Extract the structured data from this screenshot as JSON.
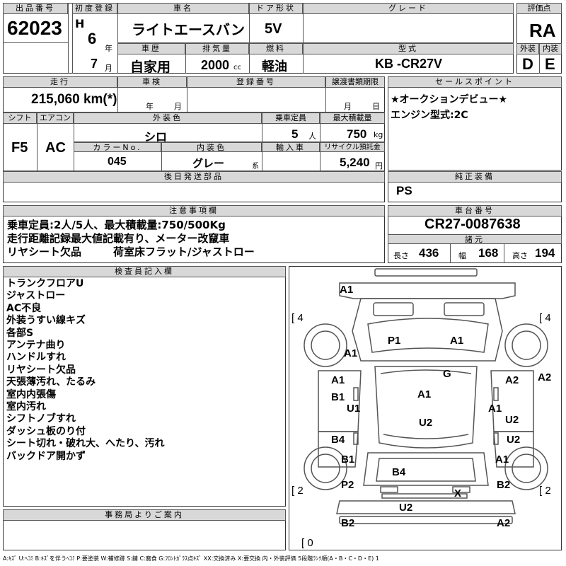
{
  "header_labels": {
    "lot_no": "出品番号",
    "first_reg": "初度登録",
    "car_name": "車名",
    "door_type": "ドア形状",
    "grade": "グレード",
    "score": "評価点",
    "history": "車歴",
    "displacement": "排気量",
    "fuel": "燃料",
    "model_type": "型式",
    "exterior": "外装",
    "interior": "内装",
    "mileage": "走行",
    "inspection": "車検",
    "reg_no": "登録番号",
    "transfer_deadline": "譲渡書類期限",
    "sales_points": "セールスポイント",
    "shift": "シフト",
    "aircon": "エアコン",
    "ext_color": "外装色",
    "capacity": "乗車定員",
    "max_load": "最大積載量",
    "color_no": "カラーNo.",
    "int_color": "内装色",
    "import": "輸入車",
    "recycle": "リサイクル預託金",
    "later_parts": "後日発送部品",
    "genuine_equip": "純正装備",
    "notes": "注意事項欄",
    "chassis_no": "車台番号",
    "dims": "諸元",
    "inspector": "検査員記入欄",
    "office_notice": "事務局よりご案内"
  },
  "lot_number": "62023",
  "era": "H",
  "reg_year": "6",
  "year_unit": "年",
  "reg_month": "7",
  "month_unit": "月",
  "car_name": "ライトエースバン",
  "door_type": "5V",
  "grade": "",
  "score": "RA",
  "history": "自家用",
  "displacement": "2000",
  "cc_unit": "cc",
  "fuel": "軽油",
  "model_type": "KB -CR27V",
  "exterior_score": "D",
  "interior_score": "E",
  "mileage": "215,060 km(*)",
  "inspection_year_unit": "年",
  "inspection_month_unit": "月",
  "transfer_month_unit": "月",
  "transfer_day_unit": "日",
  "sales_points": [
    "★オークションデビュー★",
    "エンジン型式:2C"
  ],
  "shift": "F5",
  "aircon": "AC",
  "ext_color": "シロ",
  "capacity": "5",
  "capacity_unit": "人",
  "max_load": "750",
  "load_unit": "kg",
  "color_no": "045",
  "int_color": "グレー",
  "int_color_suffix": "系",
  "recycle": "5,240",
  "yen_unit": "円",
  "genuine_equip": "PS",
  "notes": [
    "乗車定員:2人/5人、最大積載量:750/500Kg",
    "走行距離記録最大値記載有り、メーター改竄車",
    "リヤシート欠品　　　荷室床フラット/ジャストロー"
  ],
  "chassis_no": "CR27-0087638",
  "dims": {
    "length_label": "長さ",
    "length": "436",
    "width_label": "幅",
    "width": "168",
    "height_label": "高さ",
    "height": "194"
  },
  "inspector_notes": [
    "トランクフロアU",
    "ジャストロー",
    "AC不良",
    "外装うすい線キズ",
    "各部S",
    "アンテナ曲り",
    "ハンドルすれ",
    "リヤシート欠品",
    "天張薄汚れ、たるみ",
    "室内内張傷",
    "室内汚れ",
    "シフトノブすれ",
    "ダッシュ板のり付",
    "シート切れ・破れ大、へたり、汚れ",
    "バックドア開かず"
  ],
  "damage_marks": {
    "front_left": "A1",
    "top_left": "A1",
    "p1": "P1",
    "top_right": "A1",
    "g": "G",
    "left_a1": "A1",
    "left_b1": "B1",
    "left_u1": "U1",
    "center_a1": "A1",
    "right_a2": "A2",
    "far_right_a2": "A2",
    "right_a1": "A1",
    "center_u2": "U2",
    "left_b4": "B4",
    "right_u2": "U2",
    "left_b1b": "B1",
    "right_a1b": "A1",
    "rear_b4": "B4",
    "left_p2": "P2",
    "right_b2": "B2",
    "x": "X",
    "rear_u2": "U2",
    "bottom_b2": "B2",
    "bottom_a2": "A2"
  },
  "tire_marks": {
    "fl": "[ 4",
    "fr": "[ 4",
    "rl": "[ 2",
    "rr": "[ 2",
    "spare": "[ 0"
  },
  "legend": "A:ｷｽﾞ U:ﾍｺﾐ B:ｷｽﾞを伴うﾍｺﾐ P:要塗装 W:補修跡 S:錆 C:腐食 G:ﾌﾛﾝﾄｶﾞﾗｽ点ｷｽﾞ XX:交換済み X:要交換 内・外装評価 5段階ﾗﾝｸ順(A・B・C・D・E) 1"
}
